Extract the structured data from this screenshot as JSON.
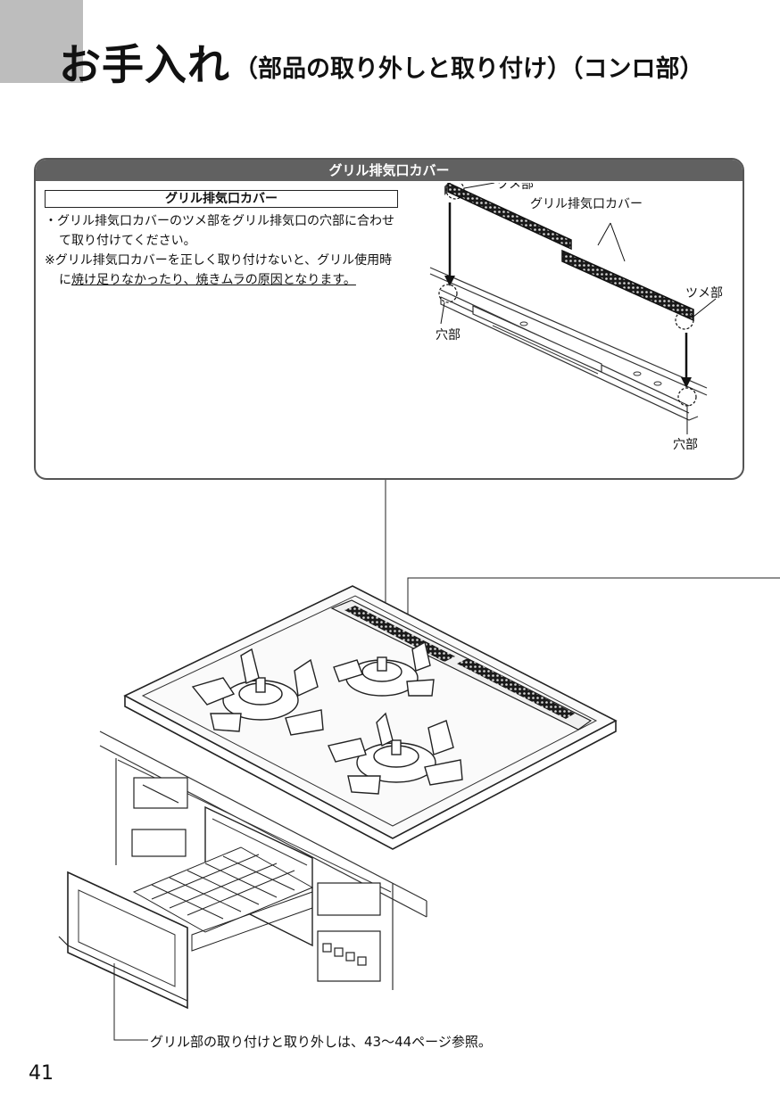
{
  "header": {
    "title": "お手入れ",
    "subtitle": "（部品の取り外しと取り付け）（コンロ部）"
  },
  "panel": {
    "header": "グリル排気口カバー",
    "sub_title": "グリル排気口カバー",
    "note1": "・グリル排気口カバーのツメ部をグリル排気口の穴部に合わせて取り付けてください。",
    "note2_a": "※グリル排気口カバーを正しく取り付けないと、グリル使用時に",
    "note2_b": "焼け足りなかったり、焼きムラの原因となります。"
  },
  "diagram": {
    "tsume_label_1": "ツメ部",
    "cover_label": "グリル排気口カバー",
    "tsume_label_2": "ツメ部",
    "hole_label_1": "穴部",
    "hole_label_2": "穴部"
  },
  "footer": {
    "note": "グリル部の取り付けと取り外しは、43〜44ページ参照。",
    "page_number": "41"
  }
}
